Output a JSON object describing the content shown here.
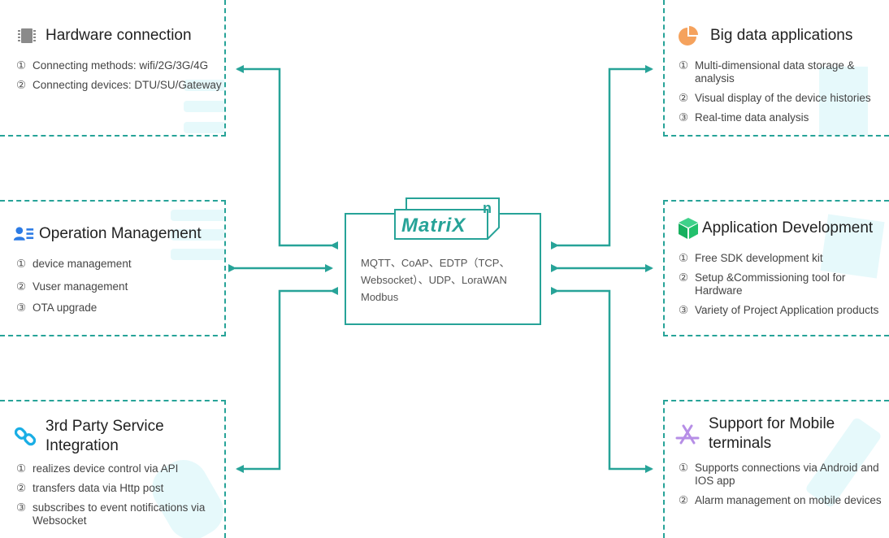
{
  "colors": {
    "accent": "#27a398",
    "watermark": "#e6f9fb"
  },
  "center": {
    "logo_text": "MatriX",
    "logo_sup": "n",
    "protocols": "MQTT、CoAP、EDTP（TCP、Websocket）、UDP、LoraWAN Modbus"
  },
  "boxes": {
    "hardware": {
      "icon": "chip-icon",
      "title": "Hardware connection",
      "items": [
        {
          "num": "①",
          "text": "Connecting methods: wifi/2G/3G/4G"
        },
        {
          "num": "②",
          "text": "Connecting devices: DTU/SU/Gateway"
        }
      ]
    },
    "operation": {
      "icon": "user-list-icon",
      "title": "Operation Management",
      "items": [
        {
          "num": "①",
          "text": "device management"
        },
        {
          "num": "②",
          "text": "Vuser management"
        },
        {
          "num": "③",
          "text": "OTA upgrade"
        }
      ]
    },
    "thirdparty": {
      "icon": "link-icon",
      "title": "3rd Party Service Integration",
      "items": [
        {
          "num": "①",
          "text": "realizes device control via API"
        },
        {
          "num": "②",
          "text": "transfers data via Http post"
        },
        {
          "num": "③",
          "text": "subscribes to event notifications via Websocket"
        }
      ]
    },
    "bigdata": {
      "icon": "pie-chart-icon",
      "title": "Big data applications",
      "items": [
        {
          "num": "①",
          "text": "Multi-dimensional data storage & analysis"
        },
        {
          "num": "②",
          "text": "Visual display of the device histories"
        },
        {
          "num": "③",
          "text": "Real-time data analysis"
        }
      ]
    },
    "appdev": {
      "icon": "cube-icon",
      "title": "Application Development",
      "items": [
        {
          "num": "①",
          "text": "Free SDK development kit"
        },
        {
          "num": "②",
          "text": "Setup &Commissioning tool for Hardware"
        },
        {
          "num": "③",
          "text": "Variety of Project Application products"
        }
      ]
    },
    "mobile": {
      "icon": "app-store-icon",
      "title": "Support for Mobile terminals",
      "items": [
        {
          "num": "①",
          "text": "Supports connections via Android and IOS app"
        },
        {
          "num": "②",
          "text": "Alarm management on mobile devices"
        }
      ]
    }
  }
}
